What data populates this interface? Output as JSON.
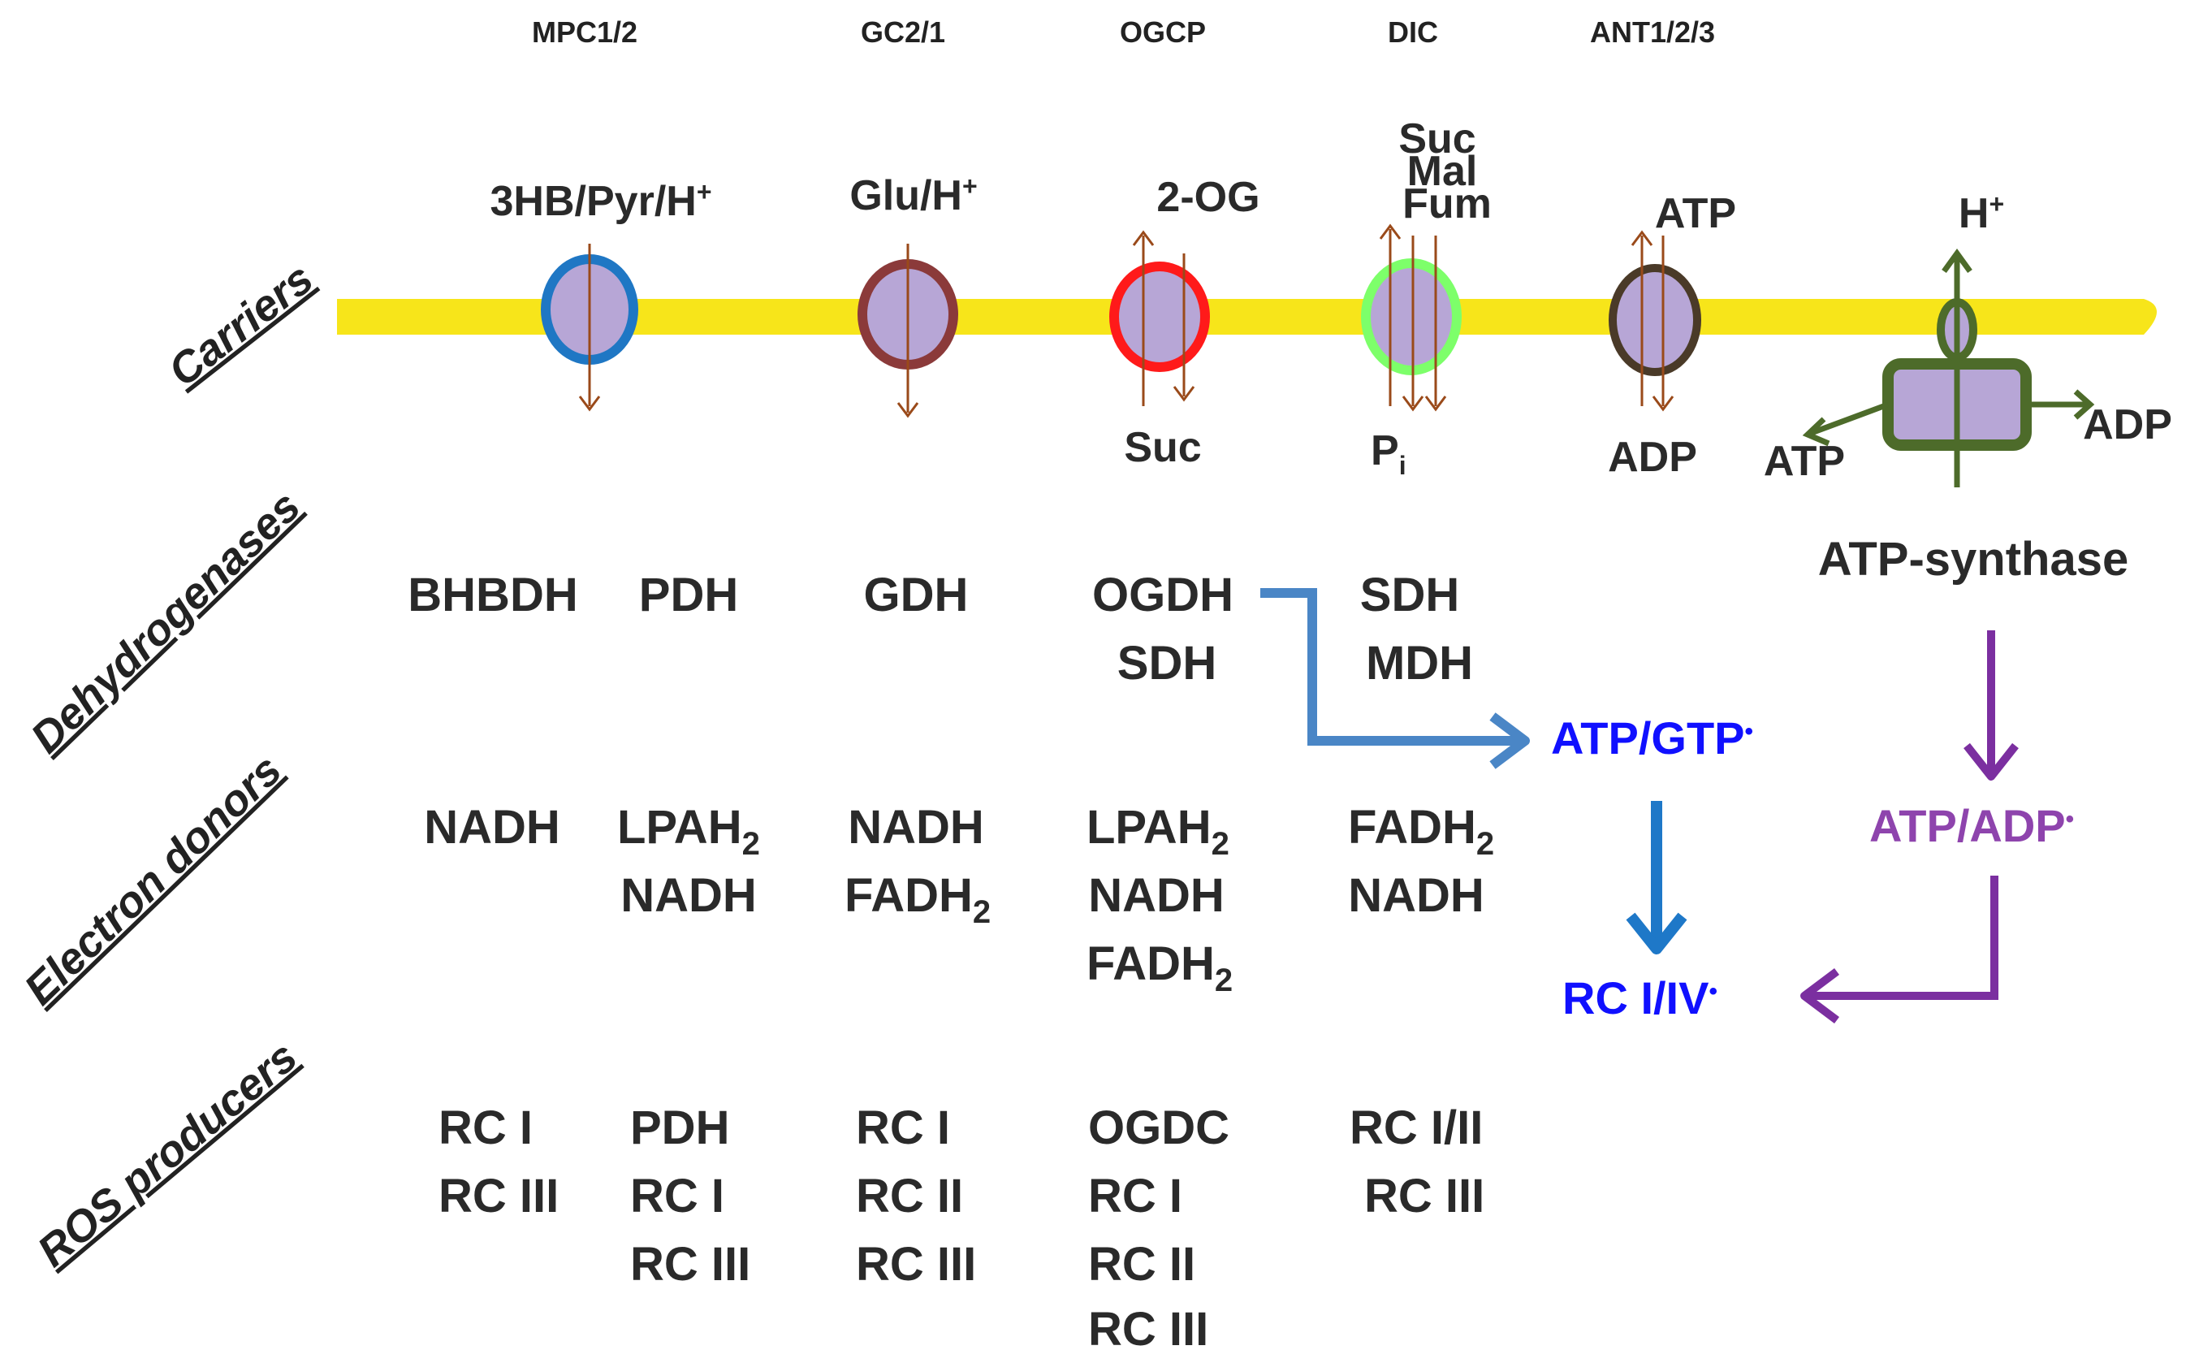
{
  "carriers": {
    "names": [
      "MPC1/2",
      "GC2/1",
      "OGCP",
      "DIC",
      "ANT1/2/3"
    ],
    "mpc_top": "3HB/Pyr/H",
    "mpc_top_sup": "+",
    "gc_top": "Glu/H",
    "gc_top_sup": "+",
    "ogcp_top": "2-OG",
    "ogcp_bottom": "Suc",
    "dic_top_1": "Suc",
    "dic_top_2": "Mal",
    "dic_top_3": "Fum",
    "dic_bottom": "P",
    "dic_bottom_sub": "i",
    "ant_top": "ATP",
    "ant_bottom": "ADP",
    "synthase_top": "H",
    "synthase_top_sup": "+",
    "synthase_left": "ATP",
    "synthase_right": "ADP",
    "synthase_label": "ATP-synthase",
    "colors": {
      "membrane": "#f7e51a",
      "mpc": "#1f77c4",
      "gc": "#8b3a3a",
      "ogcp": "#ff1a1a",
      "dic": "#7dff6a",
      "ant": "#4a3a28",
      "synthase": "#4d6b2a",
      "carrier_fill": "#b7a6d6",
      "transport_arrow": "#9a4a1a"
    }
  },
  "row_labels": {
    "carriers": "Carriers",
    "dehydrogenases": "Dehydrogenases",
    "electron_donors": "Electron donors",
    "ros_producers": "ROS producers"
  },
  "dehydrogenases": {
    "bhbdh": "BHBDH",
    "pdh": "PDH",
    "gdh": "GDH",
    "ogdh": "OGDH",
    "ogdh_sdh": "SDH",
    "sdh": "SDH",
    "mdh": "MDH"
  },
  "electron_donors": {
    "nadh_1": "NADH",
    "lpah_1": "LPAH",
    "lpah_sub": "2",
    "nadh_2": "NADH",
    "nadh_3": "NADH",
    "fadh_1": "FADH",
    "fadh_sub": "2",
    "lpah_2": "LPAH",
    "nadh_4": "NADH",
    "fadh_2": "FADH",
    "fadh_3": "FADH",
    "nadh_5": "NADH"
  },
  "ros_producers": {
    "c1_1": "RC I",
    "c1_2": "RC III",
    "c2_1": "PDH",
    "c2_2": "RC I",
    "c2_3": "RC III",
    "c3_1": "RC I",
    "c3_2": "RC II",
    "c3_3": "RC III",
    "c4_1": "OGDC",
    "c4_2": "RC I",
    "c4_3": "RC II",
    "c4_4": "RC III",
    "c5_1": "RC I/II",
    "c5_2": "RC III"
  },
  "outputs": {
    "atp_gtp": "ATP/GTP",
    "atp_gtp_mark": "•",
    "atp_adp": "ATP/ADP",
    "atp_adp_mark": "•",
    "rc": "RC I/IV",
    "rc_mark": "•",
    "blue_arrow_color": "#4a86c6",
    "blue_down_color": "#1e78c8",
    "purple_arrow_color": "#7b2fa0"
  }
}
